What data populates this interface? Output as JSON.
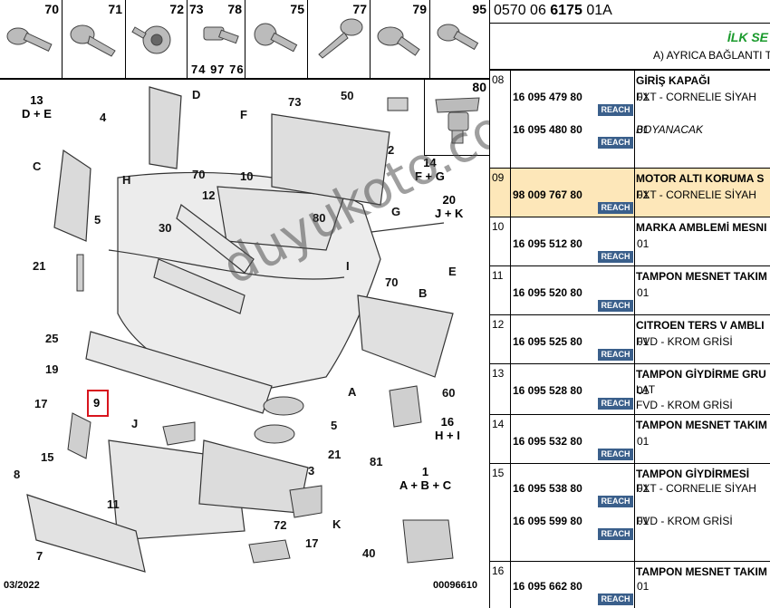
{
  "diagram": {
    "header_cells": [
      {
        "num": "70"
      },
      {
        "num": "71"
      },
      {
        "num": "72"
      },
      {
        "num": "73",
        "num2": "78",
        "sub": "74 97 76"
      },
      {
        "num": "75"
      },
      {
        "num": "77"
      },
      {
        "num": "79"
      },
      {
        "num": "95"
      }
    ],
    "cell80": "80",
    "labels": {
      "l13": "13",
      "l13b": "D + E",
      "l4": "4",
      "lD": "D",
      "lF": "F",
      "l73": "73",
      "l50": "50",
      "l2": "2",
      "lC": "C",
      "lH": "H",
      "l70a": "70",
      "l10": "10",
      "l12": "12",
      "l14": "14",
      "l14b": "F + G",
      "l20": "20",
      "l20b": "J + K",
      "lG": "G",
      "l80": "80",
      "l5a": "5",
      "l30": "30",
      "l21a": "21",
      "lI": "I",
      "lE": "E",
      "l70b": "70",
      "lB": "B",
      "l25": "25",
      "l19": "19",
      "lA": "A",
      "l17a": "17",
      "l9": "9",
      "lJ": "J",
      "l5b": "5",
      "l60": "60",
      "l16": "16",
      "l16b": "H + I",
      "l21b": "21",
      "l81": "81",
      "l15": "15",
      "l3": "3",
      "l1": "1",
      "l1b": "A + B + C",
      "l8": "8",
      "l11": "11",
      "l72": "72",
      "lK": "K",
      "l7": "7",
      "l17b": "17",
      "l40": "40"
    },
    "footer_date": "03/2022",
    "footer_code": "00096610",
    "watermark": "duyukoto.com"
  },
  "table": {
    "ref_prefix": "0570 06 ",
    "ref_bold": "6175",
    "ref_suffix": " 01A",
    "ilk": "İLK SE",
    "ilk_sub": "A) AYRICA BAĞLANTI T",
    "reach": "REACH",
    "rows": [
      {
        "no": "08",
        "title": "GİRİŞ KAPAĞI",
        "items": [
          {
            "pn": "16 095 479 80",
            "qty": "01",
            "desc": "FXT - CORNELIE SİYAH"
          },
          {
            "pn": "16 095 480 80",
            "qty": "01",
            "desc": "BOYANACAK"
          }
        ]
      },
      {
        "no": "09",
        "title": "MOTOR ALTI KORUMA S",
        "items": [
          {
            "pn": "98 009 767 80",
            "qty": "01",
            "desc": "FXT - CORNELIE SİYAH"
          }
        ]
      },
      {
        "no": "10",
        "title": "MARKA AMBLEMİ MESNI",
        "items": [
          {
            "pn": "16 095 512 80",
            "qty": "01",
            "desc": ""
          }
        ]
      },
      {
        "no": "11",
        "title": "TAMPON MESNET TAKIM",
        "items": [
          {
            "pn": "16 095 520 80",
            "qty": "01",
            "desc": ""
          }
        ]
      },
      {
        "no": "12",
        "title": "CITROEN TERS V AMBLI",
        "items": [
          {
            "pn": "16 095 525 80",
            "qty": "01",
            "desc": "FVD - KROM GRİSİ"
          }
        ]
      },
      {
        "no": "13",
        "title": "TAMPON GİYDİRME GRU",
        "items": [
          {
            "pn": "16 095 528 80",
            "qty": "01",
            "desc": "LAT",
            "desc2": "FVD - KROM GRİSİ"
          }
        ]
      },
      {
        "no": "14",
        "title": "TAMPON MESNET TAKIM",
        "items": [
          {
            "pn": "16 095 532 80",
            "qty": "01",
            "desc": ""
          }
        ]
      },
      {
        "no": "15",
        "title": "TAMPON GİYDİRMESİ",
        "items": [
          {
            "pn": "16 095 538 80",
            "qty": "01",
            "desc": "FXT - CORNELIE SİYAH"
          },
          {
            "pn": "16 095 599 80",
            "qty": "01",
            "desc": "FVD - KROM GRİSİ"
          }
        ]
      },
      {
        "no": "16",
        "title": "TAMPON MESNET TAKIM",
        "items": [
          {
            "pn": "16 095 662 80",
            "qty": "01",
            "desc": ""
          }
        ]
      }
    ]
  }
}
